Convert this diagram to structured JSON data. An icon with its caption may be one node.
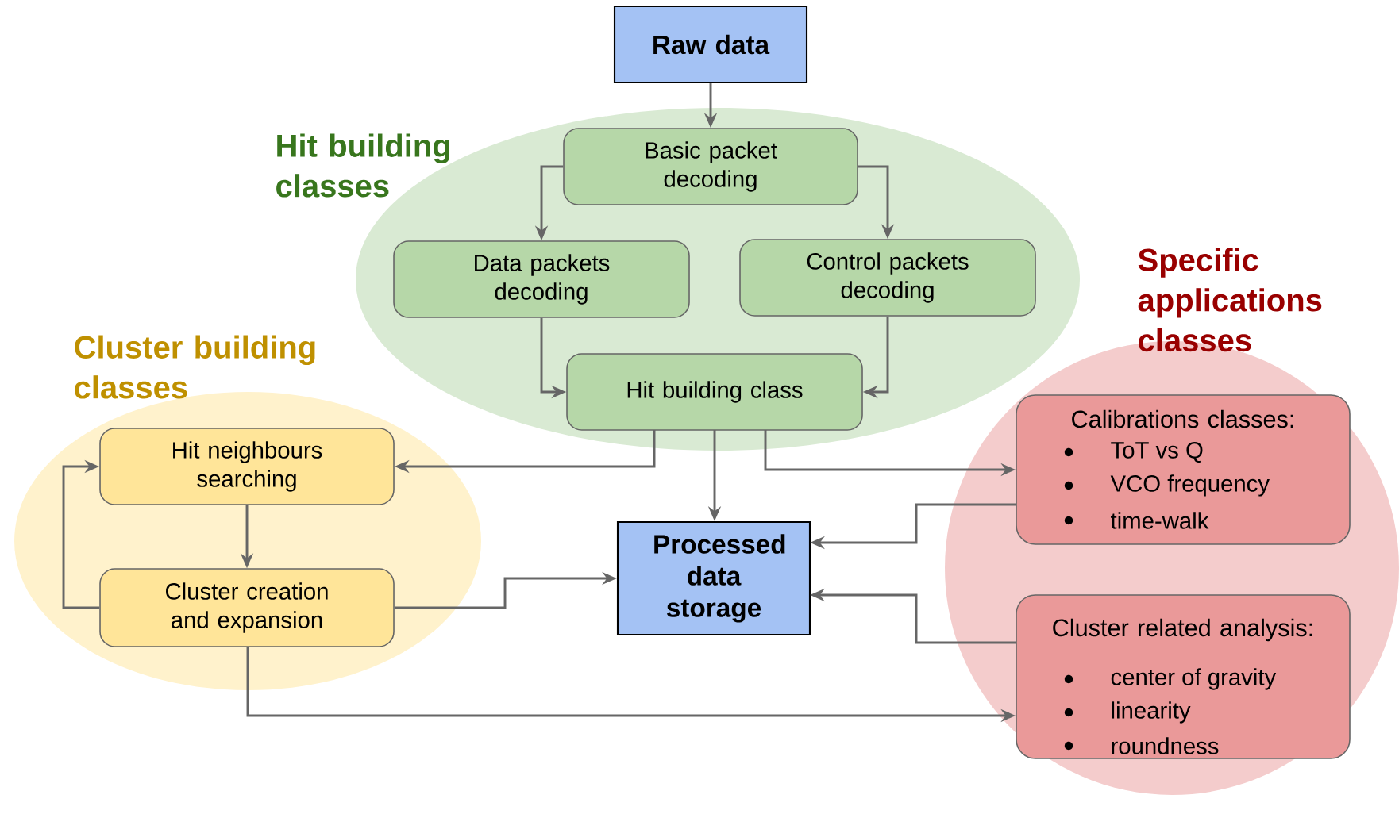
{
  "diagram": {
    "nodes": [
      {
        "text": [
          "Raw data"
        ]
      },
      {
        "text": [
          "Hit building classes"
        ]
      },
      {
        "text": [
          "Basic packet decoding"
        ],
        "in": 1
      },
      {
        "text": [
          "Data packets decoding"
        ],
        "in": 1
      },
      {
        "text": [
          "Control packets decoding"
        ],
        "in": 1
      },
      {
        "text": [
          "Hit building class"
        ],
        "in": 1
      },
      {
        "text": [
          "Cluster building classes"
        ]
      },
      {
        "text": [
          "Hit neighbours searching"
        ],
        "in": 6
      },
      {
        "text": [
          "Cluster creation and expansion"
        ],
        "in": 6
      },
      {
        "text": [
          "Processed data storage"
        ]
      },
      {
        "text": [
          "Specific applications classes"
        ]
      },
      {
        "text": [
          "Calibrations classes:",
          "ToT vs Q",
          "VCO frequency",
          "time-walk"
        ],
        "in": 10
      },
      {
        "text": [
          "Cluster related analysis:",
          "center of gravity",
          "linearity",
          "roundness"
        ],
        "in": 10
      }
    ],
    "edges": [
      {
        "from": 0,
        "to": 2,
        "arrow": "to"
      },
      {
        "from": 2,
        "to": 3,
        "arrow": "to"
      },
      {
        "from": 2,
        "to": 4,
        "arrow": "to"
      },
      {
        "from": 3,
        "to": 5,
        "arrow": "to"
      },
      {
        "from": 4,
        "to": 5,
        "arrow": "to"
      },
      {
        "from": 5,
        "to": 7,
        "arrow": "to"
      },
      {
        "from": 5,
        "to": 9,
        "arrow": "to"
      },
      {
        "from": 5,
        "to": 11,
        "arrow": "to"
      },
      {
        "from": 7,
        "to": 8,
        "arrow": "to"
      },
      {
        "from": 8,
        "to": 7,
        "arrow": "to"
      },
      {
        "from": 8,
        "to": 9,
        "arrow": "to"
      },
      {
        "from": 8,
        "to": 12,
        "arrow": "to"
      },
      {
        "from": 11,
        "to": 9,
        "arrow": "to"
      },
      {
        "from": 12,
        "to": 9,
        "arrow": "to"
      }
    ]
  }
}
